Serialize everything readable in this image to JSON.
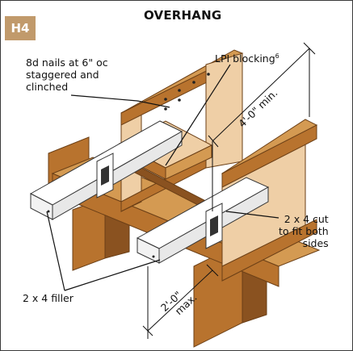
{
  "badge": "H4",
  "title": "OVERHANG",
  "labels": {
    "nails_line1": "8d nails at 6\" oc",
    "nails_line2": "staggered and",
    "nails_line3": "clinched",
    "lpi_blocking": "LPI blocking",
    "lpi_footnote": "6",
    "cut_line1": "2 x 4 cut",
    "cut_line2": "to fit both",
    "cut_line3": "sides",
    "filler": "2 x 4 filler"
  },
  "dimensions": {
    "overhang_min": "4'-0\" min.",
    "cantilever_max_line1": "2'-0\"",
    "cantilever_max_line2": "max."
  },
  "colors": {
    "lumber": "#b8732e",
    "lumber_dark": "#8a5220",
    "lumber_light": "#d49a52",
    "web": "#efcfa6",
    "flange_white": "#ffffff",
    "badge": "#c19a6b"
  }
}
